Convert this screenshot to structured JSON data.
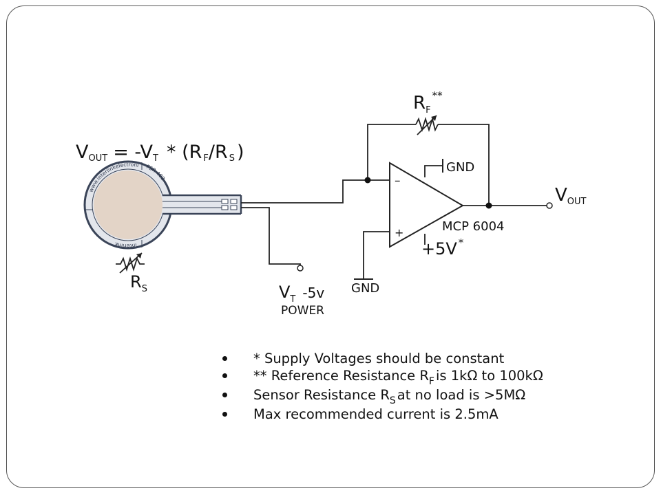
{
  "formula": {
    "v": "V",
    "v_sub": "OUT",
    "eq": "= -V",
    "t_sub": "T",
    "mid": "* (R",
    "f_sub": "F",
    "slash": "/R",
    "s_sub": "S",
    "close": ")"
  },
  "sensor": {
    "ring_text_top": "www.interlinkelectronics.com",
    "ring_text_left": "FSR 402",
    "ring_text_bottom": "interlink"
  },
  "rs_label": {
    "letter": "R",
    "sub": "S"
  },
  "rf_label": {
    "letter": "R",
    "sub": "F",
    "stars": "**"
  },
  "opamp": {
    "minus": "–",
    "plus": "+",
    "name": "MCP 6004",
    "gnd_top": "GND",
    "supply": "+5V",
    "supply_star": "*"
  },
  "gnd_bottom": "GND",
  "vt": {
    "letter": "V",
    "sub": "T",
    "value": "-5v",
    "caption": "POWER"
  },
  "vout": {
    "letter": "V",
    "sub": "OUT"
  },
  "notes": [
    {
      "pre": "* Supply Voltages should be constant",
      "sub": "",
      "post": ""
    },
    {
      "pre": "** Reference Resistance R",
      "sub": "F",
      "post": "is 1kΩ to 100kΩ"
    },
    {
      "pre": "Sensor Resistance R",
      "sub": "S",
      "post": "at no load is >5MΩ"
    },
    {
      "pre": "Max recommended current is 2.5mA",
      "sub": "",
      "post": ""
    }
  ],
  "colors": {
    "wire": "#222222",
    "sensor_fill": "#e3d4c7",
    "sensor_ring": "#e3e6ec",
    "sensor_edge": "#3a4458",
    "text": "#111111"
  }
}
